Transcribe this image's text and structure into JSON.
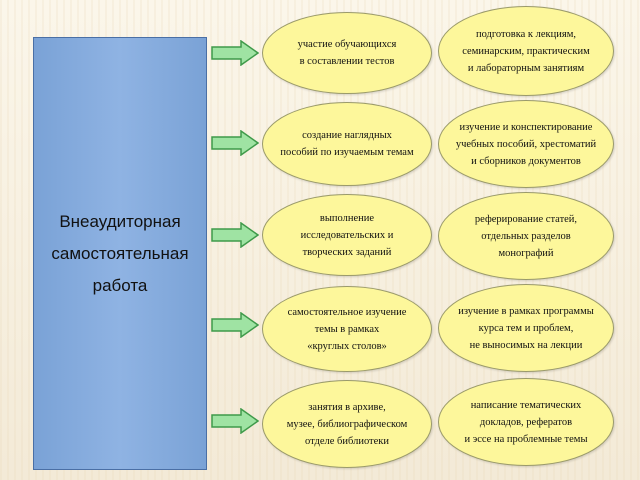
{
  "main_box": {
    "label": "Внеаудиторная\nсамостоятельная\nработа"
  },
  "left_column": [
    {
      "text": "участие обучающихся\nв составлении тестов"
    },
    {
      "text": "создание наглядных\nпособий по изучаемым темам"
    },
    {
      "text": "выполнение\nисследовательских и\nтворческих заданий"
    },
    {
      "text": "самостоятельное изучение\nтемы в рамках\n«круглых столов»"
    },
    {
      "text": "занятия в архиве,\nмузее, библиографическом\nотделе библиотеки"
    }
  ],
  "right_column": [
    {
      "text": "подготовка к лекциям,\nсеминарским, практическим\nи лабораторным занятиям"
    },
    {
      "text": "изучение и конспектирование\nучебных пособий, хрестоматий\nи сборников документов"
    },
    {
      "text": "реферирование статей,\nотдельных разделов\nмонографий"
    },
    {
      "text": "изучение в рамках программы\nкурса тем и проблем,\nне выносимых на лекции"
    },
    {
      "text": "написание тематических\nдокладов, рефератов\nи эссе на проблемные темы"
    }
  ],
  "colors": {
    "main_box": "#8fb3e3",
    "oval_fill": "#fdf79b",
    "arrow_fill": "#9fe3a3",
    "arrow_stroke": "#3f9a4a"
  }
}
